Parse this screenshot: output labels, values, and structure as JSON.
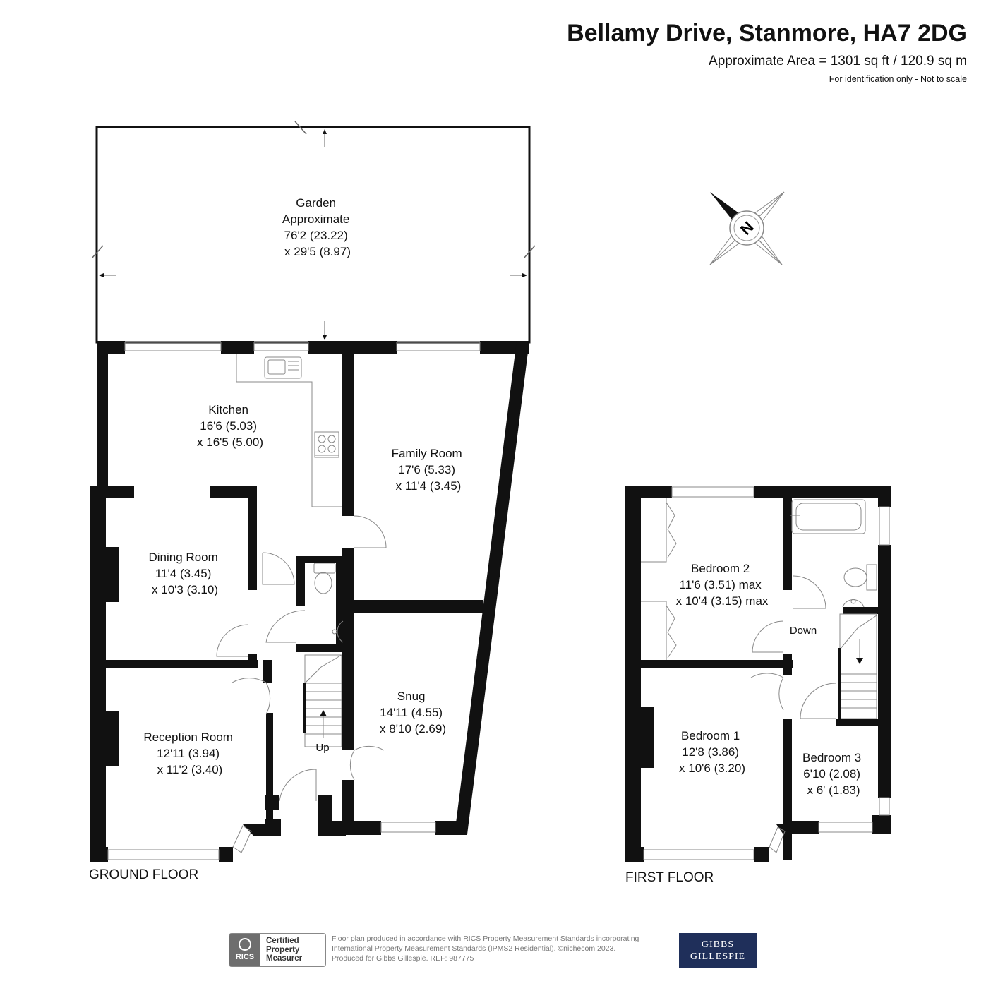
{
  "header": {
    "title": "Bellamy Drive, Stanmore, HA7 2DG",
    "area": "Approximate Area = 1301 sq ft / 120.9 sq m",
    "note": "For identification only - Not to scale"
  },
  "compass": {
    "label": "N"
  },
  "ground_floor": {
    "label": "GROUND FLOOR",
    "garden": [
      "Garden",
      "Approximate",
      "76'2 (23.22)",
      "x 29'5 (8.97)"
    ],
    "kitchen": [
      "Kitchen",
      "16'6 (5.03)",
      "x 16'5 (5.00)"
    ],
    "family_room": [
      "Family Room",
      "17'6 (5.33)",
      "x 11'4 (3.45)"
    ],
    "dining_room": [
      "Dining Room",
      "11'4 (3.45)",
      "x 10'3 (3.10)"
    ],
    "snug": [
      "Snug",
      "14'11 (4.55)",
      "x 8'10 (2.69)"
    ],
    "reception_room": [
      "Reception Room",
      "12'11 (3.94)",
      "x 11'2 (3.40)"
    ],
    "stairs_label": "Up"
  },
  "first_floor": {
    "label": "FIRST FLOOR",
    "bedroom2": [
      "Bedroom 2",
      "11'6 (3.51) max",
      "x 10'4 (3.15) max"
    ],
    "bedroom1": [
      "Bedroom 1",
      "12'8 (3.86)",
      "x 10'6 (3.20)"
    ],
    "bedroom3": [
      "Bedroom 3",
      "6'10 (2.08)",
      "x 6' (1.83)"
    ],
    "stairs_label": "Down"
  },
  "footer": {
    "rics_badge": "RICS",
    "rics_cert": [
      "Certified",
      "Property",
      "Measurer"
    ],
    "disclaimer": [
      "Floor plan produced in accordance with RICS Property Measurement Standards incorporating",
      "International Property Measurement Standards (IPMS2 Residential).  ©nichecom 2023.",
      "Produced for Gibbs Gillespie.   REF:  987775"
    ],
    "brand": [
      "GIBBS",
      "GILLESPIE"
    ]
  }
}
